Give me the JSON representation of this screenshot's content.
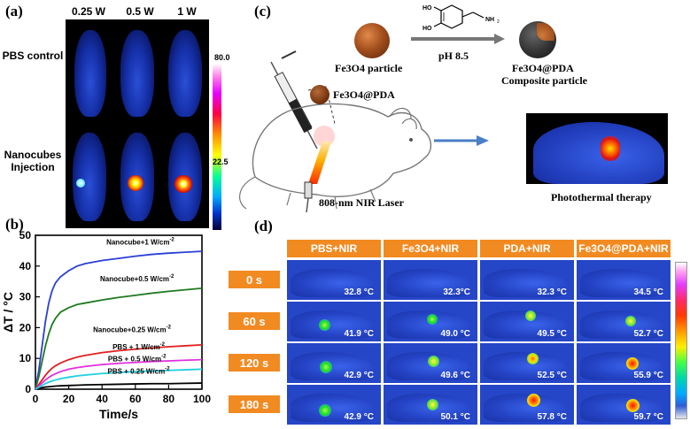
{
  "panel_a": {
    "label": "(a)",
    "col_headers": [
      "0.25 W",
      "0.5 W",
      "1 W"
    ],
    "row_labels": [
      "PBS control",
      "Nanocubes Injection"
    ],
    "colorbar_max": "80.0",
    "colorbar_min": "22.5"
  },
  "panel_c": {
    "label": "(c)",
    "particle_label": "Fe3O4 particle",
    "arrow_label": "pH 8.5",
    "composite_line1": "Fe3O4@PDA",
    "composite_line2": "Composite particle",
    "injection_label": "Fe3O4@PDA",
    "laser_label": "808-nm NIR Laser",
    "therapy_label": "Photothermal therapy"
  },
  "panel_d": {
    "label": "(d)",
    "columns": [
      "PBS+NIR",
      "Fe3O4+NIR",
      "PDA+NIR",
      "Fe3O4@PDA+NIR"
    ],
    "rows": [
      "0 s",
      "60 s",
      "120 s",
      "180 s"
    ],
    "temps": [
      [
        "32.8 °C",
        "32.3°C",
        "32.3 °C",
        "34.5 °C"
      ],
      [
        "41.9 °C",
        "49.0 °C",
        "49.5 °C",
        "52.7 °C"
      ],
      [
        "42.9 °C",
        "49.6 °C",
        "52.5 °C",
        "55.9 °C"
      ],
      [
        "42.9 °C",
        "50.1 °C",
        "57.8 °C",
        "59.7 °C"
      ]
    ]
  },
  "chart_data": {
    "type": "line",
    "panel_label": "(b)",
    "xlabel": "Time/s",
    "ylabel": "ΔT / °C",
    "xlim": [
      0,
      100
    ],
    "ylim": [
      0,
      50
    ],
    "xticks": [
      0,
      20,
      40,
      60,
      80,
      100
    ],
    "yticks": [
      0,
      10,
      20,
      30,
      40,
      50
    ],
    "x": [
      0,
      2,
      4,
      6,
      8,
      10,
      12,
      15,
      20,
      25,
      30,
      40,
      50,
      60,
      70,
      80,
      90,
      100
    ],
    "series": [
      {
        "name": "Nanocube+1 W/cm-2",
        "color": "#2a3fd6",
        "values": [
          0,
          6,
          14,
          22,
          28,
          32,
          34.5,
          36.5,
          38.5,
          40,
          40.8,
          41.8,
          42.5,
          43.2,
          43.8,
          44.2,
          44.5,
          44.8
        ]
      },
      {
        "name": "Nanocube+0.5 W/cm-2",
        "color": "#1f7a1f",
        "values": [
          0,
          4,
          9,
          14,
          18,
          21,
          23,
          25,
          26.5,
          27.5,
          28,
          29,
          29.8,
          30.5,
          31.2,
          31.8,
          32.3,
          32.8
        ]
      },
      {
        "name": "Nanocube+0.25 W/cm-2",
        "color": "#000000",
        "values": [
          0,
          0.3,
          0.5,
          0.7,
          0.8,
          0.9,
          1.0,
          1.1,
          1.2,
          1.3,
          1.4,
          1.5,
          1.6,
          1.7,
          1.8,
          1.8,
          1.9,
          2.0
        ]
      },
      {
        "name": "PBS + 1 W/cm-2",
        "color": "#e02020",
        "values": [
          0,
          1.5,
          3,
          4.5,
          5.8,
          6.8,
          7.6,
          8.5,
          9.6,
          10.4,
          11,
          11.9,
          12.5,
          13,
          13.4,
          13.8,
          14.1,
          14.4
        ]
      },
      {
        "name": "PBS + 0.5 W/cm-2",
        "color": "#e030e0",
        "values": [
          0,
          1,
          2,
          3,
          3.8,
          4.5,
          5,
          5.7,
          6.5,
          7,
          7.4,
          8,
          8.4,
          8.7,
          9,
          9.2,
          9.4,
          9.6
        ]
      },
      {
        "name": "PBS + 0.25 W/cm-2",
        "color": "#20d0e0",
        "values": [
          0,
          0.6,
          1.2,
          1.8,
          2.3,
          2.7,
          3,
          3.4,
          3.9,
          4.3,
          4.6,
          5.1,
          5.4,
          5.7,
          5.9,
          6.1,
          6.3,
          6.5
        ]
      }
    ],
    "annotations": [
      {
        "text": "Nanocube+1 W/cm",
        "sup": "-2",
        "at": [
          63,
          47
        ]
      },
      {
        "text": "Nanocube+0.5 W/cm",
        "sup": "-2",
        "at": [
          61,
          35
        ]
      },
      {
        "text": "Nanocube+0.25 W/cm",
        "sup": "-2",
        "at": [
          58,
          18.5
        ]
      },
      {
        "text": "PBS + 1 W/cm",
        "sup": "-2",
        "at": [
          62,
          13
        ]
      },
      {
        "text": "PBS + 0.5 W/cm",
        "sup": "-2",
        "at": [
          61,
          9
        ]
      },
      {
        "text": "PBS + 0.25 W/cm",
        "sup": "-2",
        "at": [
          62,
          5
        ]
      }
    ]
  }
}
